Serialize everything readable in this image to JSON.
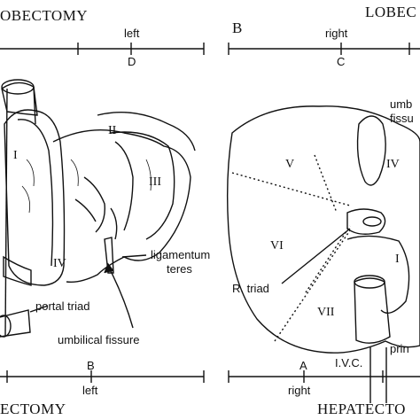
{
  "titles": {
    "top_left": "OBECTOMY",
    "top_right": "LOBEC",
    "bottom_left": "ECTOMY",
    "bottom_right": "HEPATECTO",
    "panel_b": "B"
  },
  "brackets": {
    "top_left_word": "left",
    "top_left_letter": "D",
    "top_right_word": "right",
    "top_right_letter": "C",
    "bottom_left_letter": "B",
    "bottom_left_word": "left",
    "bottom_right_letter": "A",
    "bottom_right_word": "right"
  },
  "left_panel": {
    "segments": [
      "I",
      "II",
      "III",
      "IV"
    ],
    "labels": {
      "ligamentum_1": "ligamentum",
      "ligamentum_2": "teres",
      "portal_triad": "portal triad",
      "umbilical_fissure": "umbilical fissure"
    }
  },
  "right_panel": {
    "segments": [
      "V",
      "IV",
      "VI",
      "VII",
      "I"
    ],
    "labels": {
      "umb_1": "umb",
      "umb_2": "fissu",
      "r_triad": "R. triad",
      "ivc": "I.V.C.",
      "prin": "prin"
    }
  }
}
